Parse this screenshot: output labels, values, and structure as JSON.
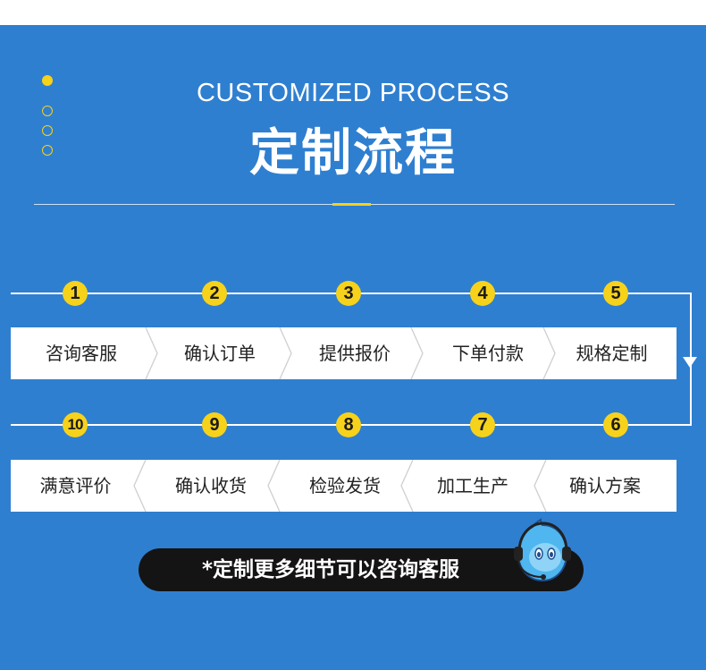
{
  "header": {
    "en_title": "CUSTOMIZED PROCESS",
    "cn_title": "定制流程"
  },
  "colors": {
    "background": "#2f7fd0",
    "accent": "#f6d21b",
    "pill": "#141414"
  },
  "row1": [
    {
      "num": "1",
      "label": "咨询客服"
    },
    {
      "num": "2",
      "label": "确认订单"
    },
    {
      "num": "3",
      "label": "提供报价"
    },
    {
      "num": "4",
      "label": "下单付款"
    },
    {
      "num": "5",
      "label": "规格定制"
    }
  ],
  "row2": [
    {
      "num": "10",
      "label": "满意评价"
    },
    {
      "num": "9",
      "label": "确认收货"
    },
    {
      "num": "8",
      "label": "检验发货"
    },
    {
      "num": "7",
      "label": "加工生产"
    },
    {
      "num": "6",
      "label": "确认方案"
    }
  ],
  "cta": {
    "text": "*定制更多细节可以咨询客服",
    "mascot_icon": "headset-mascot-icon"
  }
}
